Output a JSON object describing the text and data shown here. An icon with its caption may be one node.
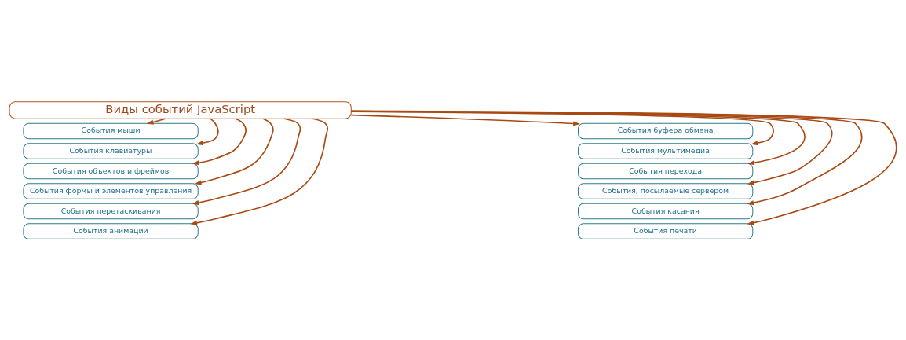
{
  "diagram": {
    "nodes": [
      {
        "text": [
          "Виды событий JavaScript"
        ]
      },
      {
        "text": [
          "События мыши"
        ]
      },
      {
        "text": [
          "События клавиатуры"
        ]
      },
      {
        "text": [
          "События объектов и фреймов"
        ]
      },
      {
        "text": [
          "События формы и элементов управления"
        ]
      },
      {
        "text": [
          "События перетаскивания"
        ]
      },
      {
        "text": [
          "События анимации"
        ]
      },
      {
        "text": [
          "События буфера обмена"
        ]
      },
      {
        "text": [
          "События мультимедиа"
        ]
      },
      {
        "text": [
          "События перехода"
        ]
      },
      {
        "text": [
          "События, посылаемые сервером"
        ]
      },
      {
        "text": [
          "События касания"
        ]
      },
      {
        "text": [
          "События печати"
        ]
      }
    ],
    "edges": [
      {
        "from": 0,
        "to": 1,
        "arrow": "to"
      },
      {
        "from": 0,
        "to": 2,
        "arrow": "to"
      },
      {
        "from": 0,
        "to": 3,
        "arrow": "to"
      },
      {
        "from": 0,
        "to": 4,
        "arrow": "to"
      },
      {
        "from": 0,
        "to": 5,
        "arrow": "to"
      },
      {
        "from": 0,
        "to": 6,
        "arrow": "to"
      },
      {
        "from": 0,
        "to": 7,
        "arrow": "to"
      },
      {
        "from": 0,
        "to": 8,
        "arrow": "to"
      },
      {
        "from": 0,
        "to": 9,
        "arrow": "to"
      },
      {
        "from": 0,
        "to": 10,
        "arrow": "to"
      },
      {
        "from": 0,
        "to": 11,
        "arrow": "to"
      },
      {
        "from": 0,
        "to": 12,
        "arrow": "to"
      }
    ]
  }
}
